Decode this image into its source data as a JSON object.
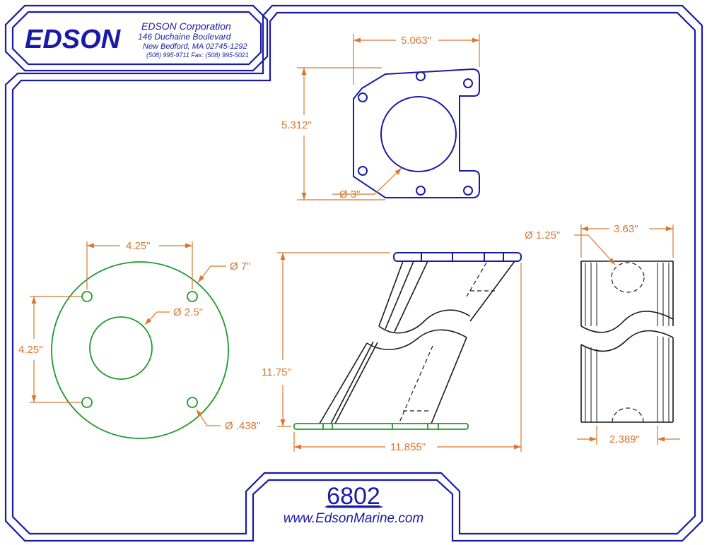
{
  "company": {
    "logo_text": "EDSON",
    "name": "EDSON Corporation",
    "address1": "146 Duchaine Boulevard",
    "address2": "New Bedford, MA  02745-1292",
    "phones": "(508) 995-9711  Fax: (508) 995-5021"
  },
  "part": {
    "number": "6802",
    "website": "www.EdsonMarine.com"
  },
  "top_view": {
    "width": "5.063\"",
    "height": "5.312\"",
    "hole_diameter": "Ø 3\""
  },
  "base_view": {
    "bolt_spacing_h": "4.25\"",
    "bolt_spacing_v": "4.25\"",
    "outer_diameter": "Ø 7\"",
    "center_diameter": "Ø 2.5\"",
    "bolt_diameter": "Ø .438\""
  },
  "side_view": {
    "height": "11.75\"",
    "length": "11.855\""
  },
  "tube_view": {
    "hole_diameter": "Ø 1.25\"",
    "outer_width": "3.63\"",
    "inner_width": "2.389\""
  },
  "colors": {
    "frame": "#1a1aa8",
    "dimension": "#d9772e",
    "base": "#1e9a2a",
    "outline": "#1a1a1a"
  }
}
